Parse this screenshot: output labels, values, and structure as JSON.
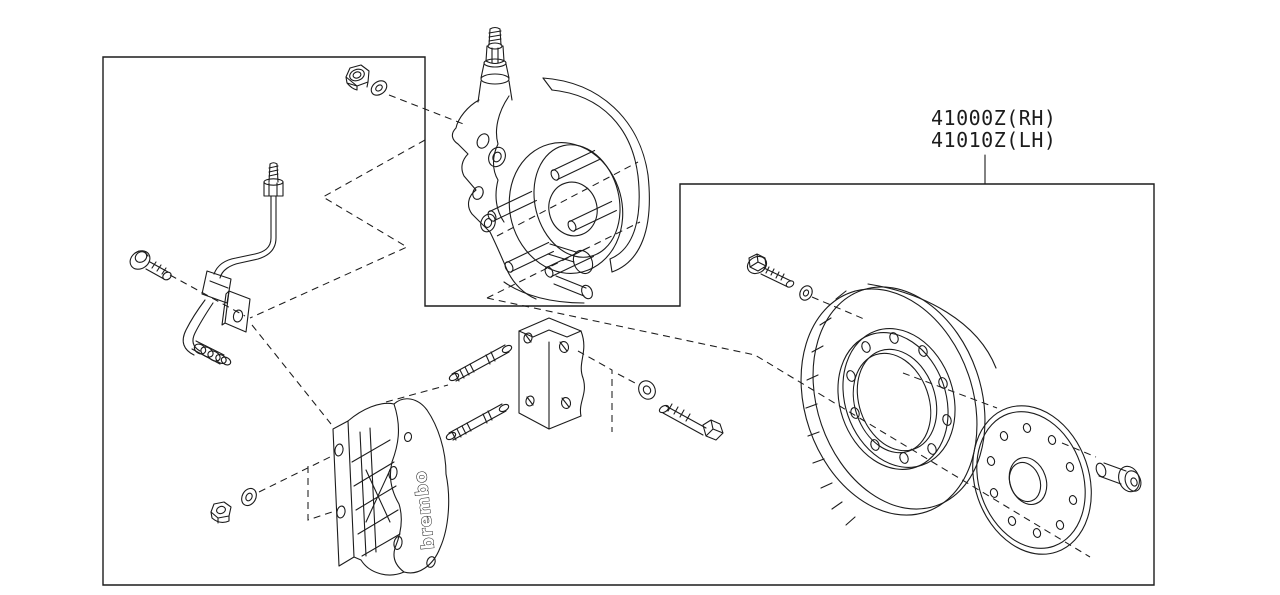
{
  "diagram": {
    "title_hint": "front brake exploded parts diagram",
    "background_color": "#ffffff",
    "line_color": "#1c1c1c",
    "part_labels": [
      "41000Z(RH)",
      "41010Z(LH)"
    ],
    "caliper_brand_text": "brembo"
  }
}
